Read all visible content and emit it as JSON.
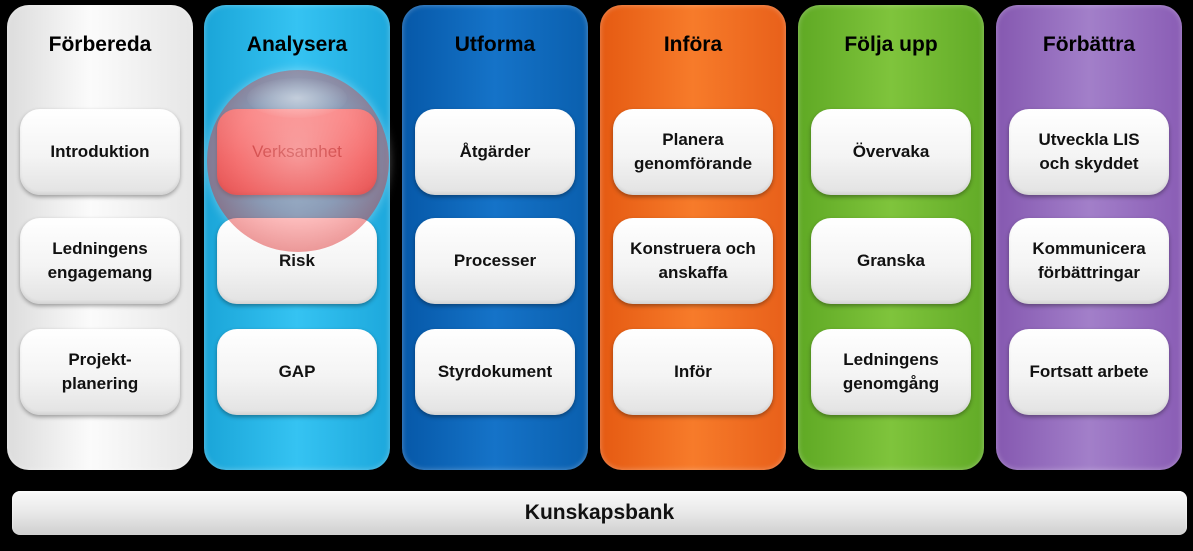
{
  "columns": [
    {
      "title": "Förbereda",
      "color": "#efefef",
      "items": [
        "Introduktion",
        "Ledningens\nengagemang",
        "Projekt-\nplanering"
      ]
    },
    {
      "title": "Analysera",
      "color": "#29b6ea",
      "items": [
        "Verksamhet",
        "Risk",
        "GAP"
      ],
      "highlighted_item": "Verksamhet"
    },
    {
      "title": "Utforma",
      "color": "#0f67ba",
      "items": [
        "Åtgärder",
        "Processer",
        "Styrdokument"
      ]
    },
    {
      "title": "Införa",
      "color": "#f06b20",
      "items": [
        "Planera\ngenomförande",
        "Konstruera och\nanskaffa",
        "Inför"
      ]
    },
    {
      "title": "Följa upp",
      "color": "#70b732",
      "items": [
        "Övervaka",
        "Granska",
        "Ledningens\ngenomgång"
      ]
    },
    {
      "title": "Förbättra",
      "color": "#966bbf",
      "items": [
        "Utveckla LIS\noch skyddet",
        "Kommunicera\nförbättringar",
        "Fortsatt arbete"
      ]
    }
  ],
  "knowledge_bank": {
    "label": "Kunskapsbank"
  }
}
